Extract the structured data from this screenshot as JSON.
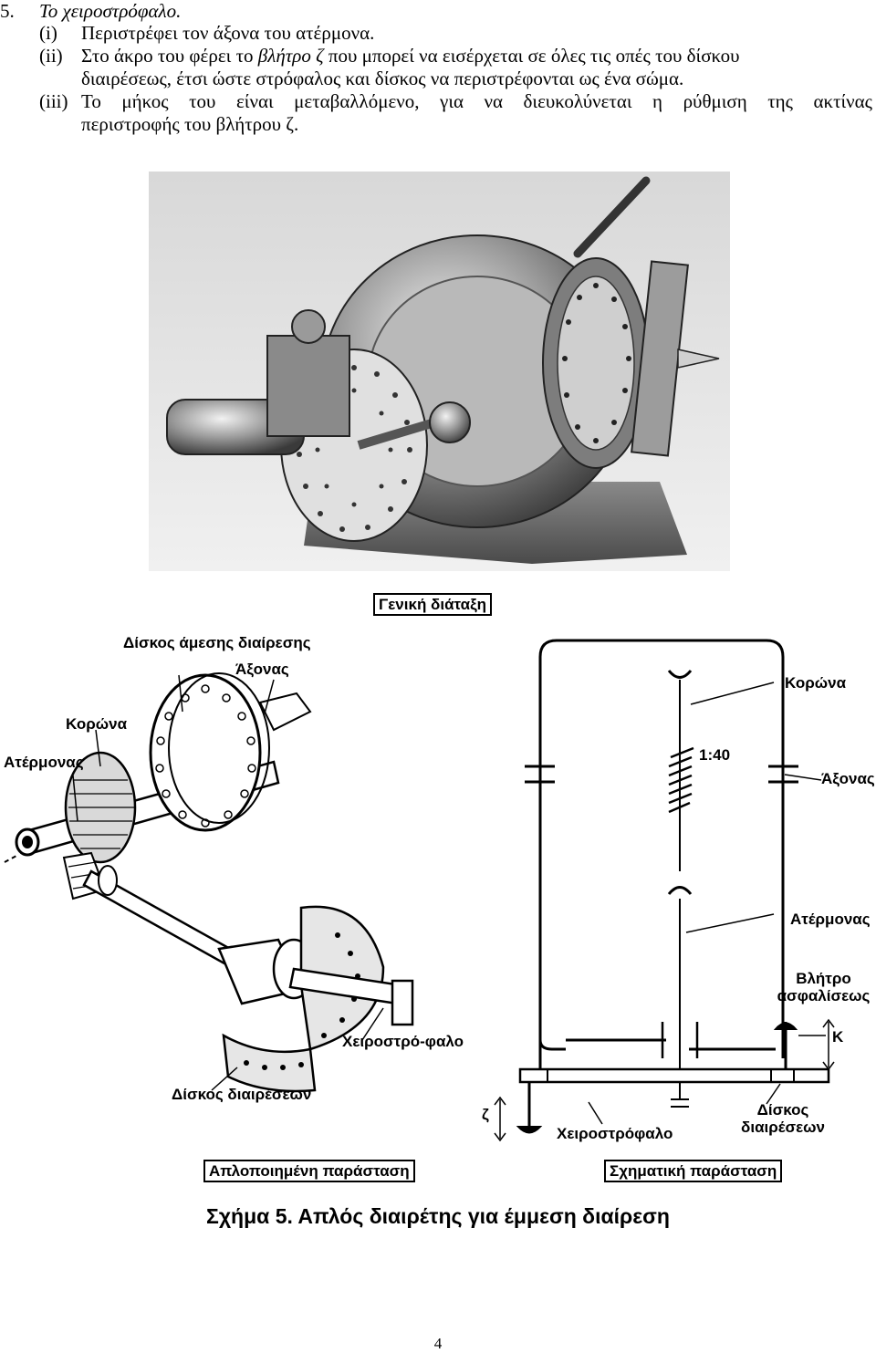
{
  "text": {
    "item_num": "5.",
    "item_title": "Το χειροστρόφαλο.",
    "i_num": "(i)",
    "i_text": "Περιστρέφει τον άξονα του ατέρμονα.",
    "ii_num": "(ii)",
    "ii_a": "Στο άκρο του φέρει το ",
    "ii_italic": "βλήτρο ζ",
    "ii_b": " που μπορεί να εισέρχεται σε όλες τις οπές του δίσκου",
    "ii_line2": "διαιρέσεως, έτσι ώστε στρόφαλος και δίσκος να περιστρέφονται ως ένα σώμα.",
    "iii_num": "(iii)",
    "iii_line1": "Το μήκος του είναι μεταβαλλόμενο, για να διευκολύνεται η ρύθμιση της ακτίνας",
    "iii_line2": "περιστροφής του βλήτρου ζ."
  },
  "figure": {
    "general_label": "Γενική διάταξη",
    "simplified": {
      "title": "Απλοποιημένη παράσταση",
      "disc_direct": "Δίσκος άμεσης διαίρεσης",
      "axis": "Άξονας",
      "crown": "Κορώνα",
      "worm": "Ατέρμονας",
      "crank": "Χειροστρό-φαλο",
      "index_disc": "Δίσκος διαιρέσεων"
    },
    "schematic": {
      "title": "Σχηματική παράσταση",
      "crown": "Κορώνα",
      "ratio": "1:40",
      "axis": "Άξονας",
      "worm": "Ατέρμονας",
      "lock_pin": "Βλήτρο ασφαλίσεως",
      "k": "K",
      "z": "ζ",
      "crank": "Χειροστρόφαλο",
      "index_disc": "Δίσκος διαιρέσεων"
    },
    "caption": "Σχήμα 5. Απλός διαιρέτης για έμμεση διαίρεση"
  },
  "page_number": "4"
}
